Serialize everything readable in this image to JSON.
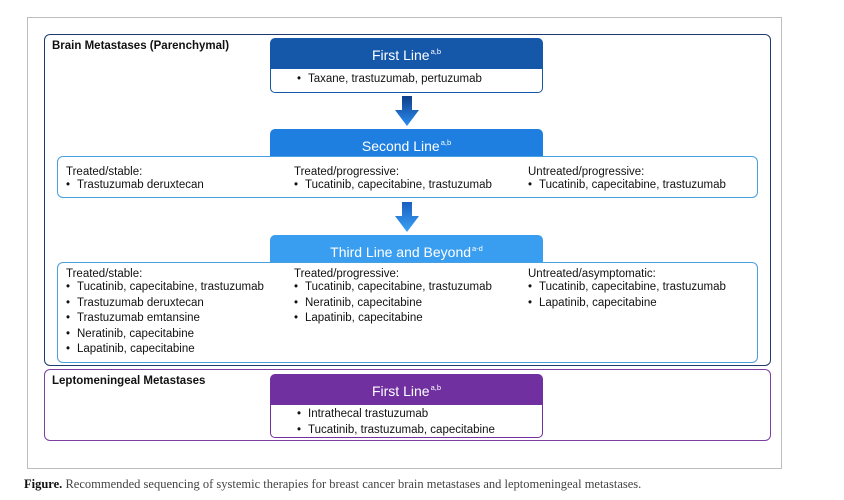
{
  "sections": {
    "brain_label": "Brain Metastases (Parenchymal)",
    "lepto_label": "Leptomeningeal Metastases"
  },
  "first_line": {
    "title": "First Line",
    "sup": "a,b",
    "items": [
      "Taxane, trastuzumab, pertuzumab"
    ]
  },
  "second_line": {
    "title": "Second Line",
    "sup": "a,b",
    "columns": [
      {
        "heading": "Treated/stable:",
        "items": [
          "Trastuzumab deruxtecan"
        ]
      },
      {
        "heading": "Treated/progressive:",
        "items": [
          "Tucatinib, capecitabine, trastuzumab"
        ]
      },
      {
        "heading": "Untreated/progressive:",
        "items": [
          "Tucatinib, capecitabine, trastuzumab"
        ]
      }
    ]
  },
  "third_line": {
    "title": "Third Line and Beyond",
    "sup": "a-d",
    "columns": [
      {
        "heading": "Treated/stable:",
        "items": [
          "Tucatinib, capecitabine, trastuzumab",
          "Trastuzumab deruxtecan",
          "Trastuzumab emtansine",
          "Neratinib, capecitabine",
          "Lapatinib, capecitabine"
        ]
      },
      {
        "heading": "Treated/progressive:",
        "items": [
          "Tucatinib, capecitabine, trastuzumab",
          "Neratinib, capecitabine",
          "Lapatinib, capecitabine"
        ]
      },
      {
        "heading": "Untreated/asymptomatic:",
        "items": [
          "Tucatinib, capecitabine, trastuzumab",
          "Lapatinib, capecitabine"
        ]
      }
    ]
  },
  "lepto_first_line": {
    "title": "First Line",
    "sup": "a,b",
    "items": [
      "Intrathecal trastuzumab",
      "Tucatinib, trastuzumab, capecitabine"
    ]
  },
  "caption": {
    "label": "Figure.",
    "text": " Recommended sequencing of systemic therapies for breast cancer brain metastases and leptomeningeal metastases."
  },
  "colors": {
    "first_line": "#1557a8",
    "second_line": "#1f7fe0",
    "third_line": "#3a9ef0",
    "lepto": "#7030a0",
    "arrow": "#1a6fd6"
  }
}
